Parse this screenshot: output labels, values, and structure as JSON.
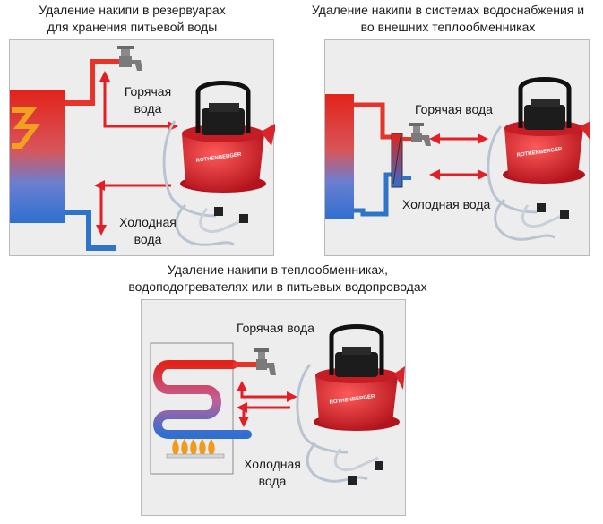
{
  "captions": {
    "tank": [
      "Удаление накипи в резервуарах",
      "для хранения питьевой воды"
    ],
    "systems": [
      "Удаление накипи в системах водоснабжения и",
      "во внешних теплообменниках"
    ],
    "boilers": [
      "Удаление накипи в теплообменниках,",
      "водоподогревателях или в питьевых водопроводах"
    ]
  },
  "labels": {
    "hot_water_2line": [
      "Горячая",
      "вода"
    ],
    "cold_water_2line": [
      "Холодная",
      "вода"
    ],
    "hot_water": "Горячая вода",
    "cold_water": "Холодная вода"
  },
  "pump_brand": "ROTHENBERGER",
  "colors": {
    "hot": "#e8332a",
    "cold": "#2e74c8",
    "arrow": "#e31e24",
    "pump_body": "#d9262c",
    "panel_bg": "#ededed"
  }
}
